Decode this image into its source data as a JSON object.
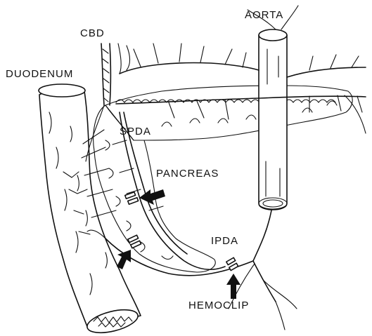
{
  "labels": {
    "aorta": "AORTA",
    "cbd": "CBD",
    "duodenum": "DUODENUM",
    "spda": "SPDA",
    "pancreas": "PANCREAS",
    "ipda": "IPDA",
    "hemoclip": "HEMOCLIP"
  }
}
